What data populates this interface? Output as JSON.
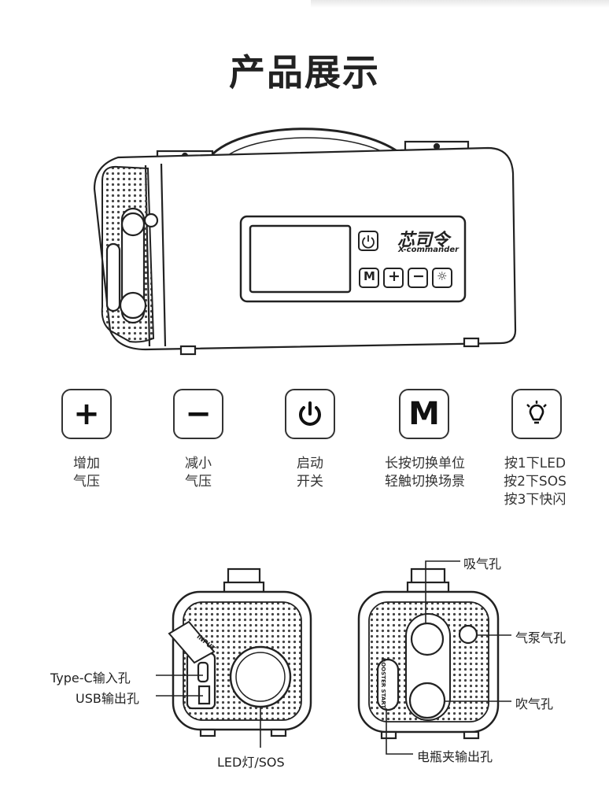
{
  "title": "产品展示",
  "device": {
    "brand_cn": "芯司令",
    "brand_en": "X-commander",
    "side_label_left": "INPUT",
    "side_label_right": "BOOSTER START",
    "panel_keys": [
      "M",
      "+",
      "−",
      "☼"
    ]
  },
  "buttons": [
    {
      "icon": "plus-icon",
      "glyph": "+",
      "caption": [
        "增加",
        "气压"
      ]
    },
    {
      "icon": "minus-icon",
      "glyph": "−",
      "caption": [
        "减小",
        "气压"
      ]
    },
    {
      "icon": "power-icon",
      "glyph": "",
      "caption": [
        "启动",
        "开关"
      ]
    },
    {
      "icon": "mode-icon",
      "glyph": "M",
      "caption": [
        "长按切换单位",
        "轻触切换场景"
      ]
    },
    {
      "icon": "light-bulb-icon",
      "glyph": "",
      "caption": [
        "按1下LED",
        "按2下SOS",
        "按3下快闪"
      ]
    }
  ],
  "left_callouts": {
    "typec": "Type-C输入孔",
    "usb": "USB输出孔",
    "led": "LED灯/SOS"
  },
  "right_callouts": {
    "intake": "吸气孔",
    "pump": "气泵气孔",
    "blow": "吹气孔",
    "clamp": "电瓶夹输出孔"
  }
}
